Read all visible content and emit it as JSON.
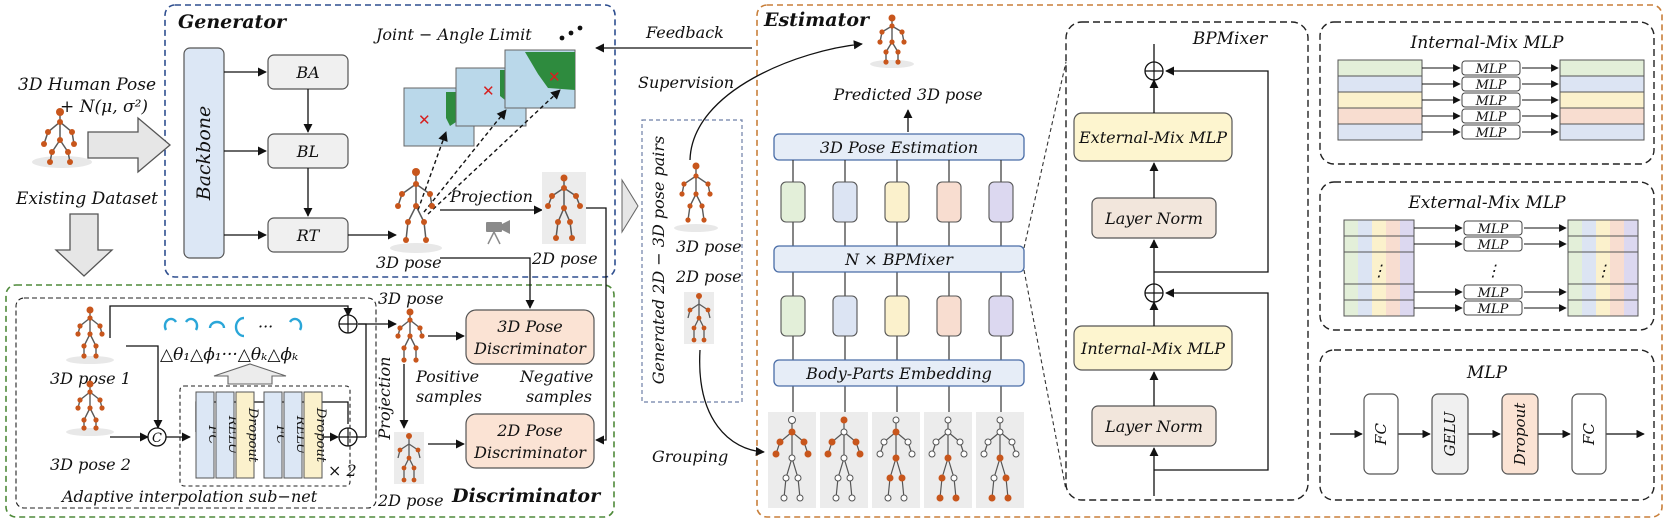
{
  "generator": {
    "title": "Generator",
    "backbone": "Backbone",
    "ba": "BA",
    "bl": "BL",
    "rt": "RT",
    "joint_angle_limit": "Joint − Angle Limit",
    "projection": "Projection",
    "pose_3d": "3D pose",
    "pose_2d": "2D pose"
  },
  "input": {
    "line1": "3D Human Pose",
    "line2": "+ N(μ, σ²)",
    "dataset": "Existing Dataset"
  },
  "discriminator": {
    "title": "Discriminator",
    "pose1": "3D pose 1",
    "pose2": "3D pose 2",
    "concat": "C",
    "deltas": "△θ₁△ϕ₁···△θₖ△ϕₖ",
    "fc": "FC",
    "relu": "RELU",
    "dropout": "Dropout",
    "times2": "× 2",
    "subnet": "Adaptive interpolation sub−net",
    "pose_3d": "3D pose",
    "pose_2d": "2D pose",
    "projection": "Projection",
    "positive": "Positive",
    "positive2": "samples",
    "negative": "Negative",
    "negative2": "samples",
    "disc3d_1": "3D Pose",
    "disc3d_2": "Discriminator",
    "disc2d_1": "2D Pose",
    "disc2d_2": "Discriminator"
  },
  "middle": {
    "feedback": "Feedback",
    "supervision": "Supervision",
    "generated": "Generated 2D − 3D pose pairs",
    "pose_3d": "3D pose",
    "pose_2d": "2D pose",
    "grouping": "Grouping"
  },
  "estimator": {
    "title": "Estimator",
    "predicted": "Predicted 3D pose",
    "pose_estimation": "3D Pose Estimation",
    "bpmixer_block": "N × BPMixer",
    "embedding": "Body-Parts Embedding"
  },
  "bpmixer": {
    "title": "BPMixer",
    "external": "External-Mix MLP",
    "layernorm": "Layer Norm",
    "internal": "Internal-Mix MLP"
  },
  "internal_panel": {
    "title": "Internal-Mix MLP",
    "mlp": "MLP"
  },
  "external_panel": {
    "title": "External-Mix MLP",
    "mlp": "MLP",
    "dots": "⋮"
  },
  "mlp_panel": {
    "title": "MLP",
    "fc": "FC",
    "gelu": "GELU",
    "dropout": "Dropout"
  },
  "colors": {
    "generator_border": "#2f4f8f",
    "discriminator_border": "#4f8a3a",
    "estimator_border": "#c87f3a",
    "backbone_fill": "#dce7f5",
    "disc_fill": "#fbe3d4",
    "est_header_fill": "#e6edf7",
    "mix_fill": "#fdf5cf",
    "layernorm_fill": "#f2e6dc",
    "joint": "#c8561c",
    "token_green": "#e3efd9",
    "token_blue": "#dce4f3",
    "token_yellow": "#fbf1cc",
    "token_peach": "#f8ddd0",
    "token_purple": "#dcd8f0"
  }
}
